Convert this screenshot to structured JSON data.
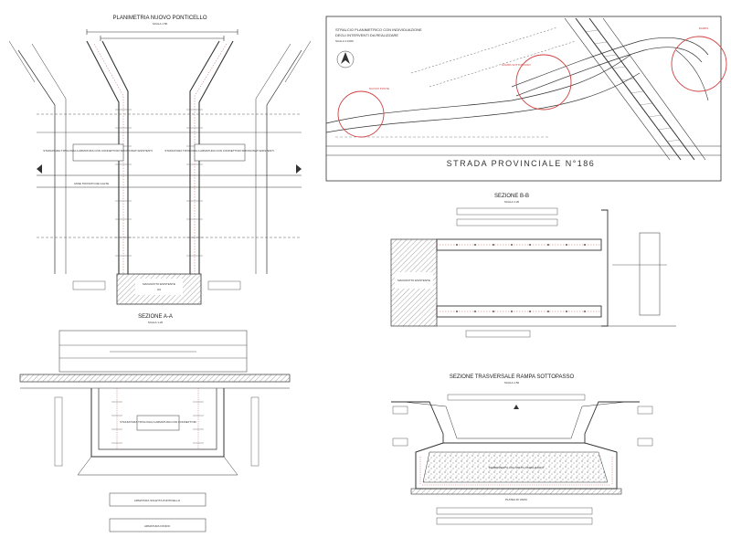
{
  "drawings": {
    "plan": {
      "title": "PLANIMETRIA NUOVO PONTICELLO",
      "scale": "SCALA 1:50",
      "note_left": "STAFFATURA TIPOLOGIA A ARMATURA CON CONNETTORI SPIONCINATI ESISTENTI",
      "note_right": "STAFFATURA TIPOLOGIA A ARMATURA CON CONNETTORI SPIONCINATI ESISTENTI",
      "axis_label": "ASSE TROVATO DE GALTE",
      "existing_label": "MANUFATTO ESISTENTE",
      "existing_sub": "H3"
    },
    "overview": {
      "title_line1": "STRALCIO PLANIMETRICO CON INDIVIDUAZIONE",
      "title_line2": "DEGLI INTERVENTI DA REALIZZARE",
      "scale": "SCALA 1:1000",
      "road": "STRADA PROVINCIALE N°186",
      "callouts": [
        "NUOVO PONTE",
        "RAMPA SOTTOPASSO",
        "RAMPA"
      ]
    },
    "section_aa": {
      "title": "SEZIONE A-A",
      "scale": "SCALA 1:20",
      "note": "STAFFATURA TIPOLOGIA A ARMATURA CON CONNETTORI",
      "label_top": "ARMATURA SOLETTA PONTICELLO",
      "label_bottom": "ARMATURA FONDO"
    },
    "section_bb": {
      "title": "SEZIONE B-B",
      "scale": "SCALA 1:20",
      "existing_label": "MANUFATTO ESISTENTE"
    },
    "section_ramp": {
      "title": "SEZIONE TRASVERSALE RAMPA SOTTOPASSO",
      "scale": "SCALA 1:50",
      "fill_label": "RIEMPIMENTO CON MISTO STABILIZZATO",
      "base_label": "PLATEA DI VARO"
    }
  }
}
